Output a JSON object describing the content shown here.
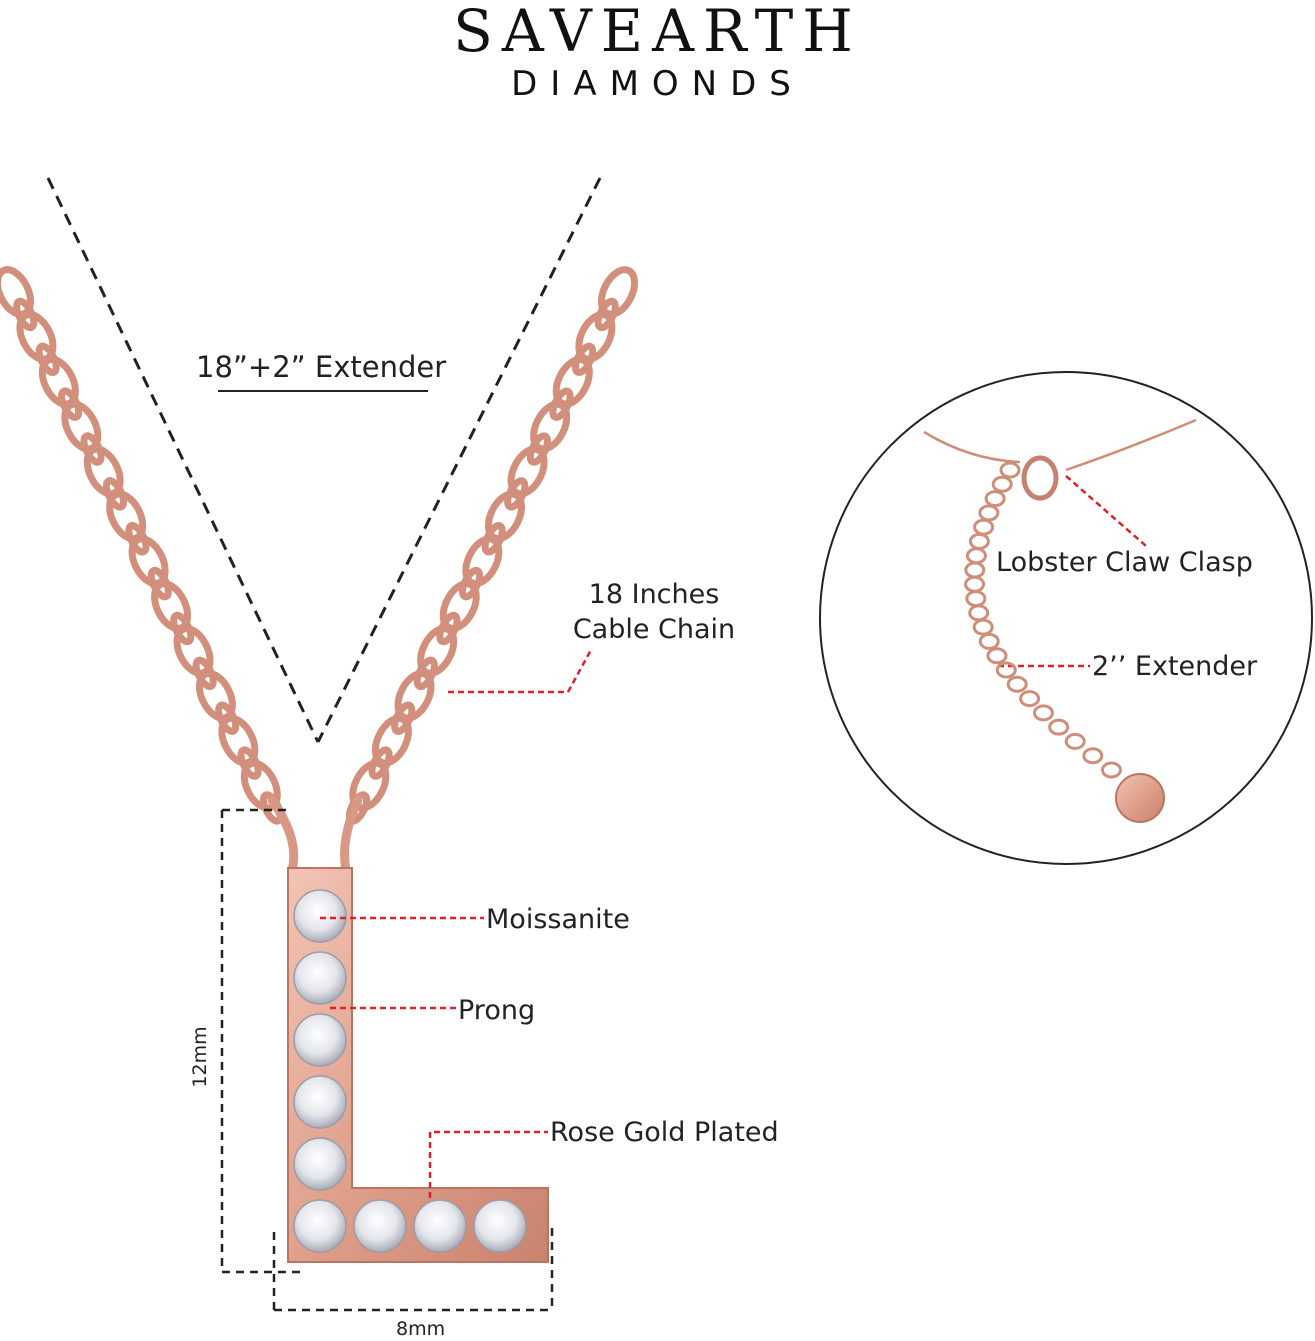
{
  "brand": {
    "name": "SAVEARTH",
    "tagline": "DIAMONDS"
  },
  "labels": {
    "chain_length": "18”+2” Extender",
    "cable_chain_line1": "18 Inches",
    "cable_chain_line2": "Cable Chain",
    "clasp": "Lobster Claw Clasp",
    "extender": "2’’ Extender",
    "stone": "Moissanite",
    "prong": "Prong",
    "plating": "Rose Gold Plated"
  },
  "dimensions": {
    "height": "12mm",
    "width": "8mm"
  },
  "colors": {
    "metal": "#e2a694",
    "metal_dark": "#b8705d",
    "callout": "#e0202a",
    "stone": "#e6e8ee"
  },
  "pendant": {
    "letter": "L",
    "stones_vertical": 6,
    "stones_horizontal": 3
  }
}
